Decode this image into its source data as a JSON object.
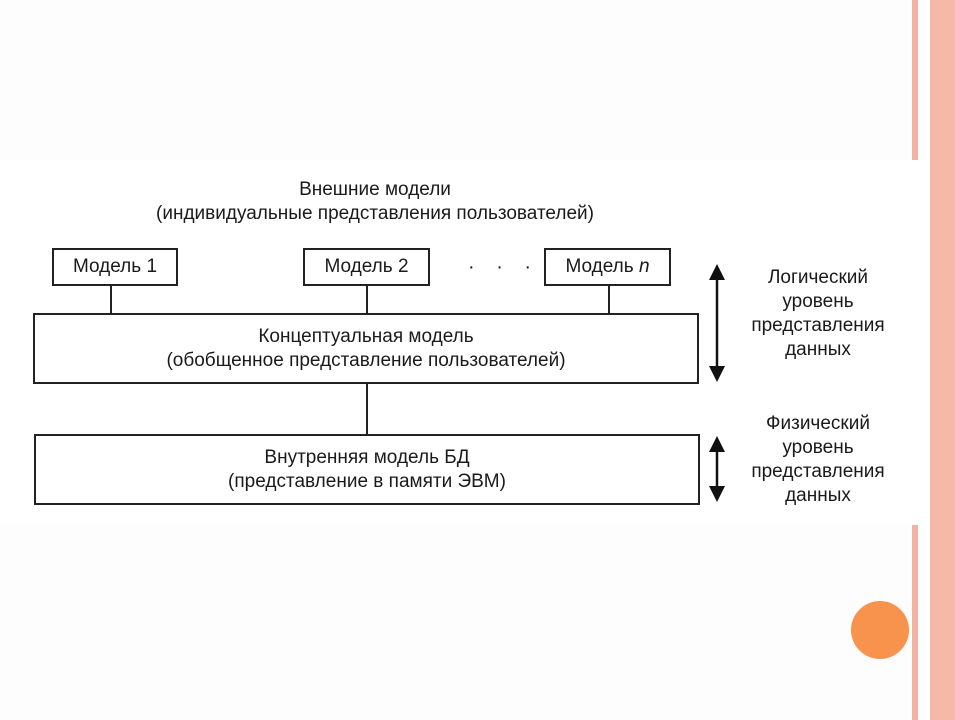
{
  "diagram": {
    "title_line1": "Внешние модели",
    "title_line2": "(индивидуальные представления пользователей)",
    "models": [
      "Модель 1",
      "Модель 2",
      "Модель "
    ],
    "model_n_suffix": "n",
    "ellipsis": "· · ·",
    "conceptual": {
      "line1": "Концептуальная модель",
      "line2": "(обобщенное представление пользователей)"
    },
    "internal": {
      "line1": "Внутренняя модель БД",
      "line2": "(представление в памяти ЭВМ)"
    },
    "logical_level": [
      "Логический",
      "уровень",
      "представления",
      "данных"
    ],
    "physical_level": [
      "Физический",
      "уровень",
      "представления",
      "данных"
    ]
  },
  "colors": {
    "accent_circle": "#f7934c",
    "stripe": "#f7b9a7"
  }
}
